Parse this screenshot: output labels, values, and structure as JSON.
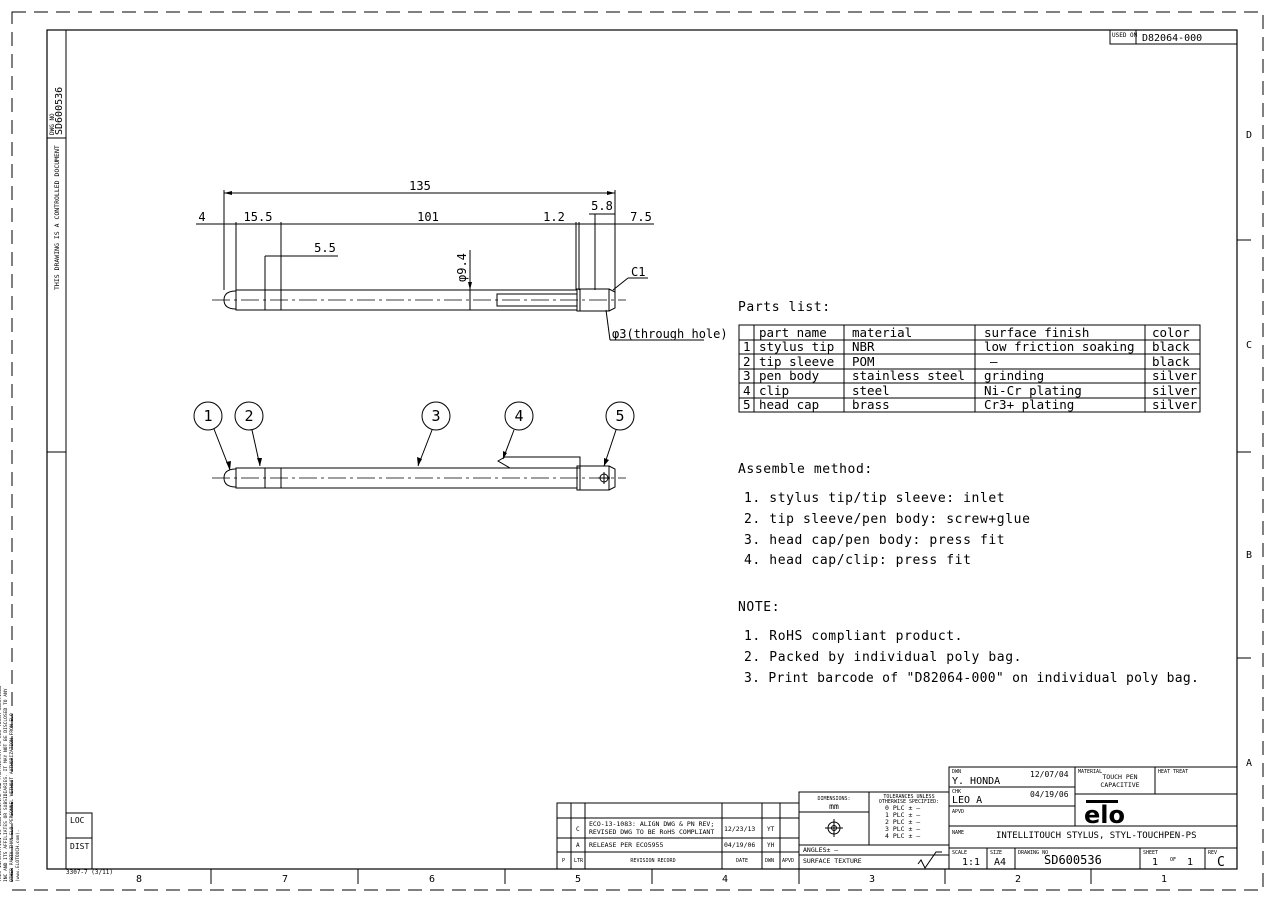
{
  "used_on": {
    "label": "USED ON",
    "value": "D82064-000"
  },
  "drawing_no_side": {
    "label": "DWG NO",
    "value": "SD600536"
  },
  "controlled_doc": "THIS DRAWING IS A CONTROLLED DOCUMENT",
  "confidential_notice": "THIS INFORMATION IS CONFIDENTIAL AND PROPRIETARY TO ELO TOUCH SOLUTIONS INC AND ITS AFFILIATES OR SUBSIDIARIES. IT MAY NOT BE DISCLOSED TO ANY OTHER PARTY THAN ELO PERSONNEL WITHOUT AUTHORIZATION FROM ELO (www.ELOTOUCH.com).",
  "form_no": "3307-7 (3/11)",
  "loc_label": "LOC",
  "dist_label": "DIST",
  "zones_row": [
    "D",
    "C",
    "B",
    "A"
  ],
  "zones_col": [
    "8",
    "7",
    "6",
    "5",
    "4",
    "3",
    "2",
    "1"
  ],
  "dims": {
    "overall": "135",
    "tip": "4",
    "sleeve": "15.5",
    "body": "101",
    "gap": "1.2",
    "cap": "5.8",
    "end": "7.5",
    "mark": "5.5",
    "dia": "φ9.4",
    "chamfer": "C1",
    "hole": "φ3(through hole)"
  },
  "balloons": [
    "1",
    "2",
    "3",
    "4",
    "5"
  ],
  "parts": {
    "title": "Parts list:",
    "headers": [
      "part name",
      "material",
      "surface finish",
      "color"
    ],
    "rows": [
      {
        "no": "1",
        "name": "stylus tip",
        "material": "NBR",
        "finish": "low friction soaking",
        "color": "black"
      },
      {
        "no": "2",
        "name": "tip sleeve",
        "material": "POM",
        "finish": "—",
        "color": "black"
      },
      {
        "no": "3",
        "name": "pen body",
        "material": "stainless steel",
        "finish": "grinding",
        "color": "silver"
      },
      {
        "no": "4",
        "name": "clip",
        "material": "steel",
        "finish": "Ni-Cr plating",
        "color": "silver"
      },
      {
        "no": "5",
        "name": "head cap",
        "material": "brass",
        "finish": "Cr3+ plating",
        "color": "silver"
      }
    ]
  },
  "assemble": {
    "title": "Assemble method:",
    "items": [
      "1. stylus tip/tip sleeve: inlet",
      "2. tip sleeve/pen body: screw+glue",
      "3. head cap/pen body: press fit",
      "4. head cap/clip: press fit"
    ]
  },
  "note": {
    "title": "NOTE:",
    "items": [
      "1. RoHS compliant product.",
      "2. Packed by individual poly bag.",
      "3. Print barcode of \"D82064-000\" on individual poly bag."
    ]
  },
  "revisions": {
    "rows": [
      {
        "ltr": "C",
        "desc1": "ECO-13-1083: ALIGN DWG & PN REV;",
        "desc2": "REVISED DWG TO BE RoHS COMPLIANT",
        "date": "12/23/13",
        "dwn": "YT",
        "apvd": ""
      },
      {
        "ltr": "A",
        "desc1": "RELEASE PER ECO5955",
        "desc2": "",
        "date": "04/19/06",
        "dwn": "YH",
        "apvd": ""
      }
    ],
    "headers": {
      "p": "P",
      "ltr": "LTR",
      "record": "REVISION RECORD",
      "date": "DATE",
      "dwn": "DWN",
      "apvd": "APVD"
    }
  },
  "dimensions_box": {
    "label": "DIMENSIONS:",
    "unit": "mm",
    "angles": "ANGLES± —",
    "surface": "SURFACE TEXTURE"
  },
  "tolerances": {
    "label1": "TOLERANCES UNLESS",
    "label2": "OTHERWISE SPECIFIED:",
    "rows": [
      "0 PLC ± —",
      "1 PLC ± —",
      "2 PLC ± —",
      "3 PLC ± —",
      "4 PLC ± —"
    ]
  },
  "title_block": {
    "dwn_label": "DWN",
    "dwn_name": "Y. HONDA",
    "dwn_date": "12/07/04",
    "chk_label": "CHK",
    "chk_name": "LEO A",
    "chk_date": "04/19/06",
    "apvd_label": "APVD",
    "material_label": "MATERIAL",
    "material": "TOUCH PEN CAPACITIVE",
    "heat_label": "HEAT TREAT",
    "logo": "elo",
    "name_label": "NAME",
    "name": "INTELLITOUCH STYLUS, STYL-TOUCHPEN-PS",
    "scale_label": "SCALE",
    "scale": "1:1",
    "size_label": "SIZE",
    "size": "A4",
    "dwgno_label": "DRAWING NO",
    "dwgno": "SD600536",
    "sheet_label": "SHEET",
    "sheet": "1",
    "of": "OF",
    "sheets": "1",
    "rev_label": "REV",
    "rev": "C"
  }
}
